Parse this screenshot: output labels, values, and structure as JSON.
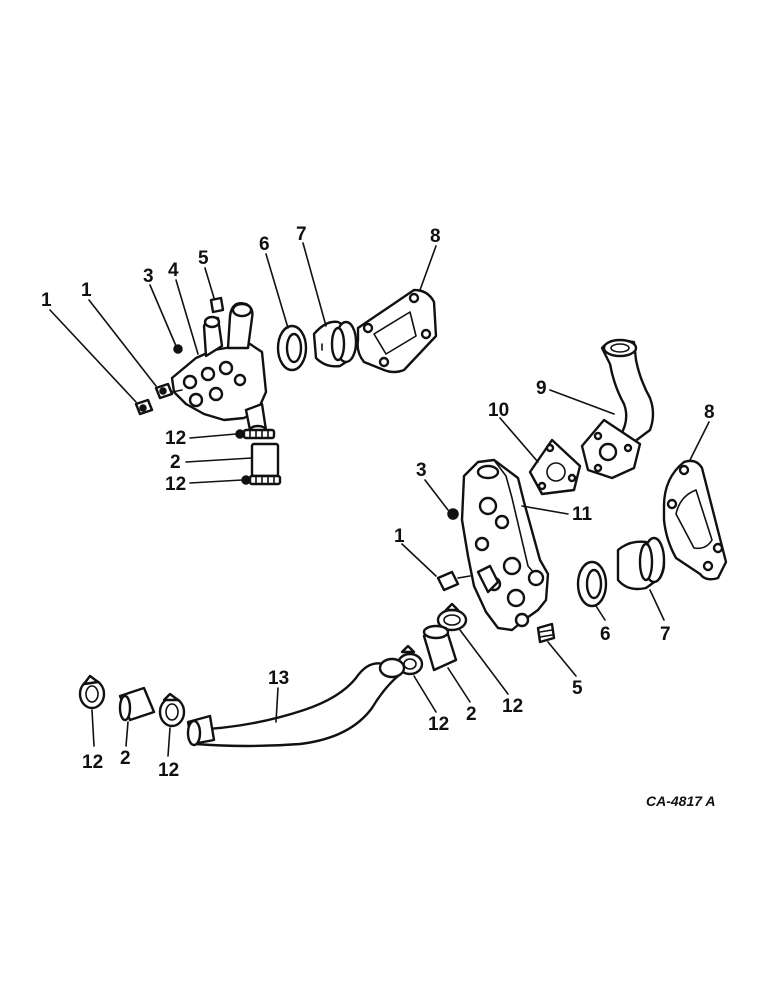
{
  "drawing_code": "CA-4817 A",
  "callouts": {
    "left_1a": "1",
    "left_1b": "1",
    "left_3": "3",
    "left_4": "4",
    "left_5": "5",
    "left_6": "6",
    "left_7": "7",
    "left_8": "8",
    "left_12a": "12",
    "left_2": "2",
    "left_12b": "12",
    "right_9": "9",
    "right_10": "10",
    "right_8": "8",
    "right_3": "3",
    "right_11": "11",
    "right_1": "1",
    "right_6": "6",
    "right_7": "7",
    "right_5": "5",
    "mid_12": "12",
    "mid_2": "2",
    "mid_12b": "12",
    "hose_13": "13",
    "bottom_12a": "12",
    "bottom_2": "2",
    "bottom_12b": "12"
  }
}
